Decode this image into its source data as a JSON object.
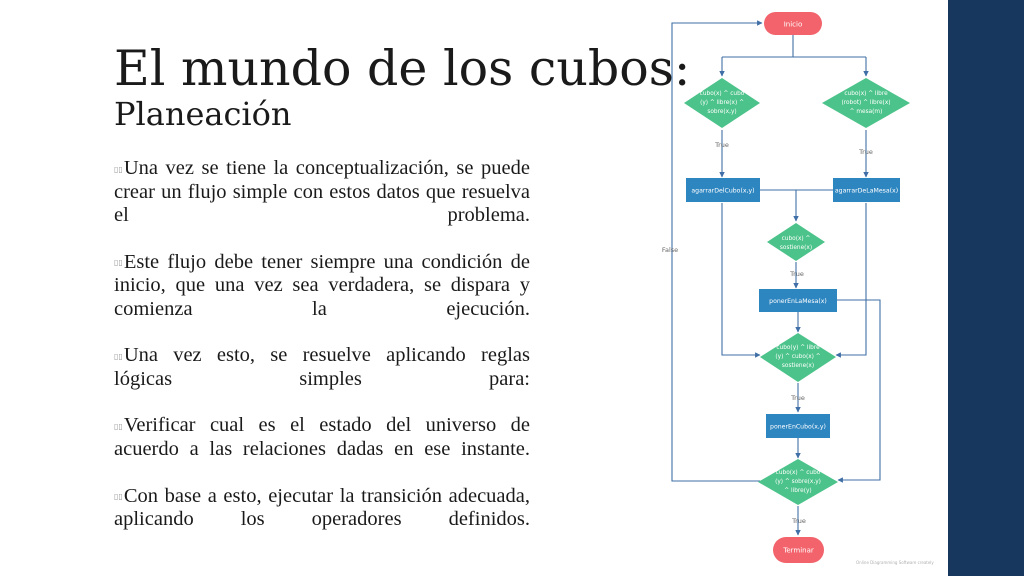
{
  "slide": {
    "title": "El mundo de los cubos:",
    "subtitle": "Planeación",
    "bullet_glyph": "▯▯",
    "paragraphs": [
      "Una vez se tiene la conceptualización, se puede crear un flujo simple con estos datos que resuelva el problema.",
      "Este flujo debe tener siempre una condición de inicio, que una vez sea verdadera, se dispara y comienza la ejecución.",
      "Una vez esto, se resuelve aplicando reglas lógicas simples para:",
      "Verificar cual es el estado del universo de acuerdo a las relaciones dadas en ese instante.",
      "Con base a esto, ejecutar la transición adecuada, aplicando los operadores definidos."
    ]
  },
  "flowchart": {
    "colors": {
      "terminal": "#f2636b",
      "decision": "#4cc38a",
      "process": "#2e86c1",
      "line": "#3f6fa6",
      "label": "#666666"
    },
    "start": "Inicio",
    "end": "Terminar",
    "decision_left": [
      "cubo(x) ^ cubo",
      "(y) ^ libre(x) ^",
      "sobre(x,y)"
    ],
    "decision_right": [
      "cubo(x) ^ libre",
      "(robot) ^ libre(x)",
      "^ mesa(m)"
    ],
    "process_left": "agarrarDelCubo(x,y)",
    "process_right": "agarrarDeLaMesa(x)",
    "decision_sostiene": [
      "cubo(x) ^",
      "sostiene(x)"
    ],
    "process_mesa": "ponerEnLaMesa(x)",
    "decision_encubo": [
      "cubo(y) ^ libre",
      "(y) ^ cubo(x) ^",
      "sostiene(x)"
    ],
    "process_cubo": "ponerEnCubo(x,y)",
    "decision_final": [
      "cubo(x) ^ cubo",
      "(y) ^ sobre(x,y)",
      "^ libre(y)"
    ],
    "label_true": "True",
    "label_false": "False"
  },
  "watermark": "Online Diagramming Software creately"
}
